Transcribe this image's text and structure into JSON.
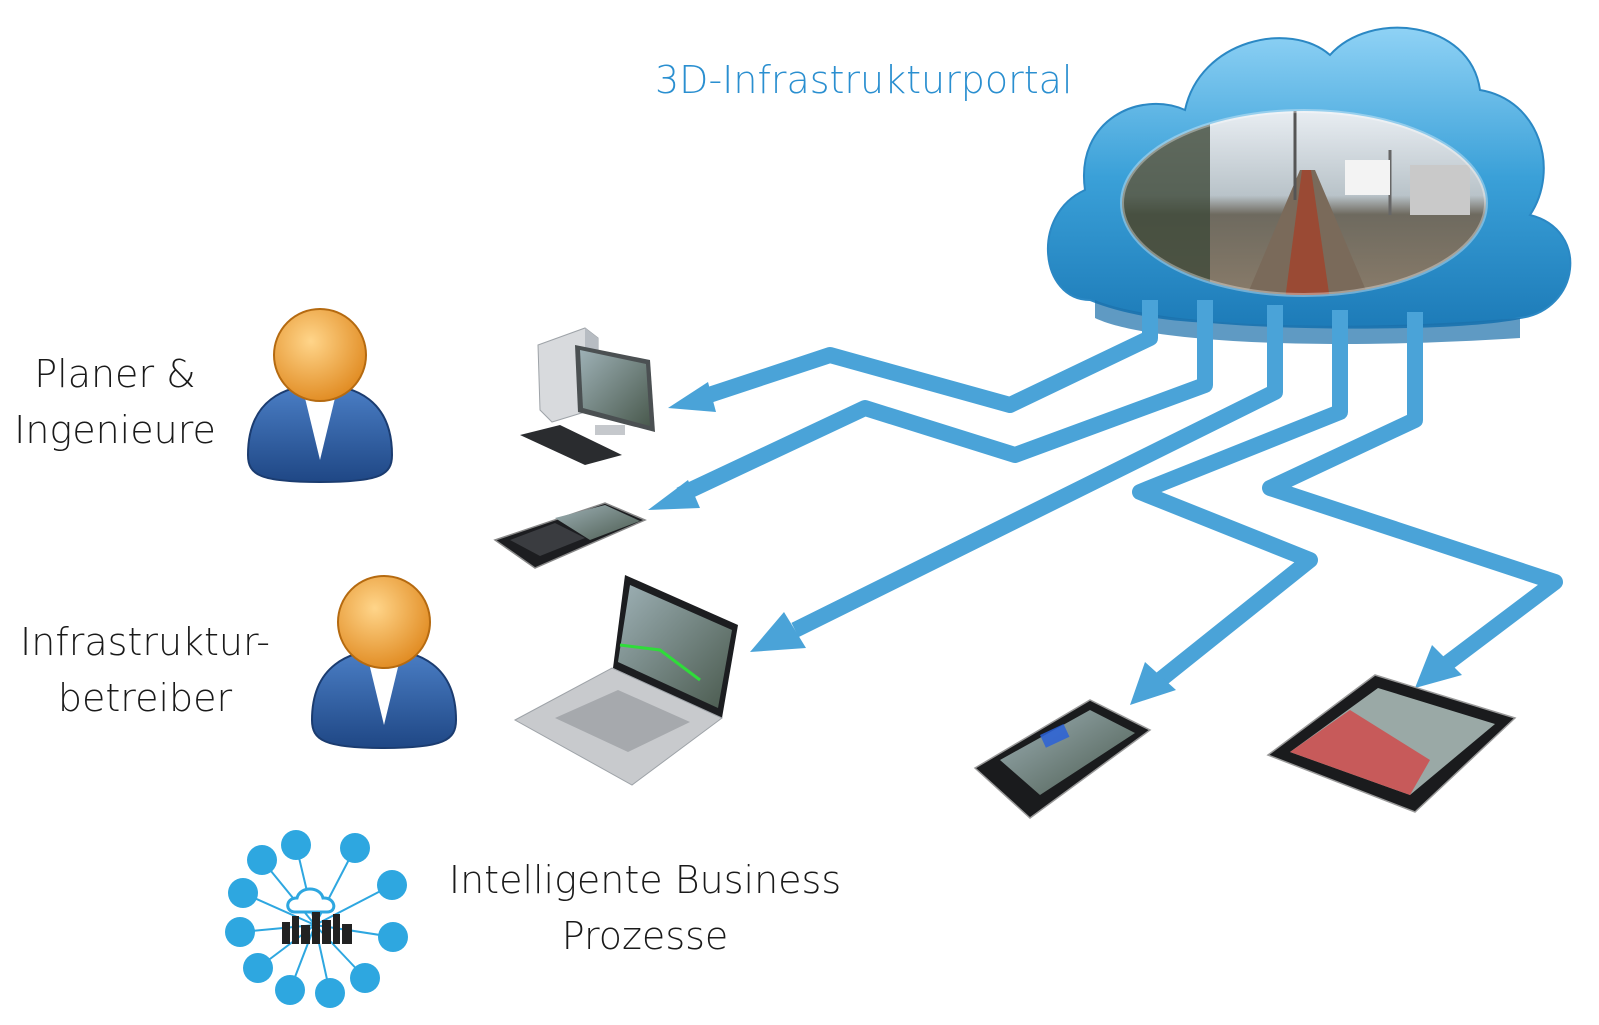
{
  "portal": {
    "title": "3D-Infrastrukturportal"
  },
  "actors": [
    {
      "line1": "Planer &",
      "line2": "Ingenieure"
    },
    {
      "line1": "Infrastruktur-",
      "line2": "betreiber"
    }
  ],
  "business": {
    "line1": "Intelligente Business",
    "line2": "Prozesse"
  },
  "colors": {
    "flow": "#4aa3d8",
    "cloud": "#46a6da",
    "title": "#2a8fd0",
    "person_head": "#f0a43a",
    "person_body": "#2f5fa6",
    "hub": "#2ea7e0"
  },
  "icons": {
    "cloud": "cloud-icon",
    "person": "user-icon",
    "hub": "smart-city-hub-icon"
  }
}
